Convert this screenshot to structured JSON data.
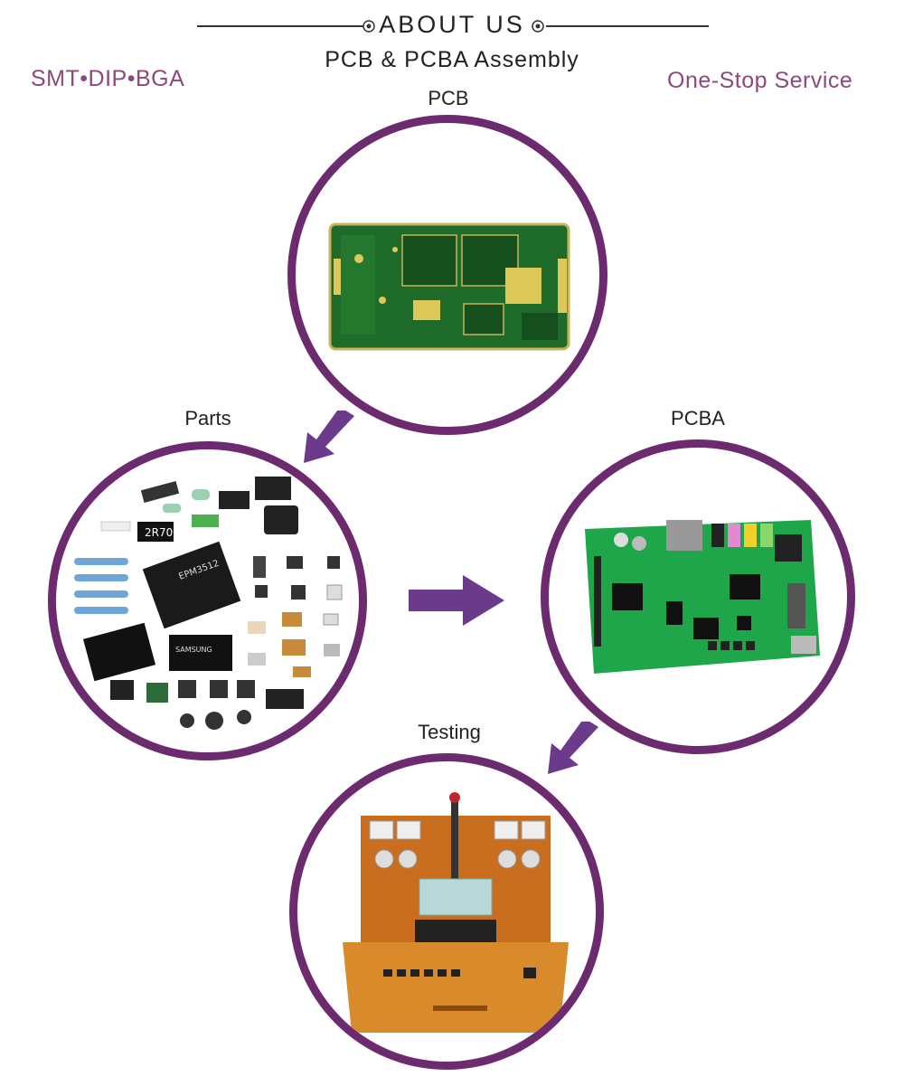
{
  "header": {
    "title": "ABOUT US",
    "subtitle": "PCB & PCBA Assembly"
  },
  "tags": {
    "left": "SMT•DIP•BGA",
    "right": "One-Stop Service"
  },
  "stages": {
    "pcb": "PCB",
    "parts": "Parts",
    "pcba": "PCBA",
    "testing": "Testing"
  },
  "parts_chips": {
    "main_chip": "EPM3512",
    "memory_chip": "SAMSUNG",
    "resistor_code": "2R70"
  },
  "colors": {
    "ring": "#6b2b6e",
    "arrow": "#6b3a8a",
    "accent_text": "#8b4a7c",
    "pcb_green": "#1f6b2a",
    "pcba_green": "#1fa64a",
    "tester_orange": "#d98a2b"
  },
  "icons": {
    "header_ornament": "concentric-circle-icon",
    "flow_arrow": "arrow-icon"
  }
}
